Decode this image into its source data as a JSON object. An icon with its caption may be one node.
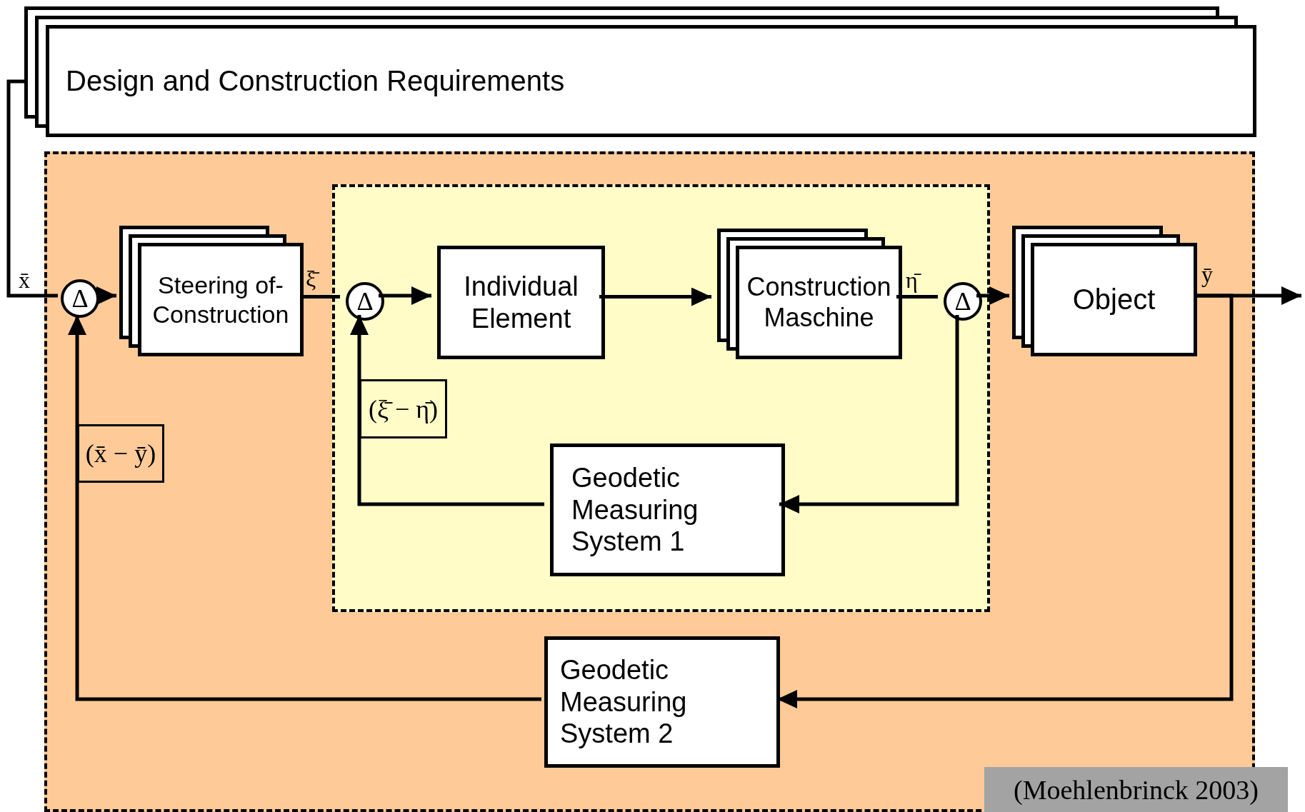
{
  "diagram": {
    "nodes": [
      {
        "text": [
          "Design and Construction Requirements"
        ]
      },
      {
        "text": [],
        "shape": "box"
      },
      {
        "text": [],
        "shape": "box",
        "in": 1
      },
      {
        "text": [
          "Δ"
        ],
        "in": 1
      },
      {
        "text": [
          "Steering of- Construction"
        ],
        "in": 1
      },
      {
        "text": [
          "Δ"
        ],
        "in": 2
      },
      {
        "text": [
          "Individual Element"
        ],
        "in": 2
      },
      {
        "text": [
          "Construction Maschine"
        ],
        "in": 2
      },
      {
        "text": [
          "Δ"
        ],
        "in": 2
      },
      {
        "text": [
          "Object"
        ],
        "in": 1
      },
      {
        "text": [
          "Geodetic Measuring System 1"
        ],
        "in": 2
      },
      {
        "text": [
          "Geodetic Measuring System 2"
        ],
        "in": 1
      }
    ],
    "edges": [
      {
        "from": 0,
        "to": 3,
        "arrow": "none",
        "label": "x̄"
      },
      {
        "from": 3,
        "to": 4,
        "arrow": "to"
      },
      {
        "from": 4,
        "to": 5,
        "arrow": "none",
        "label": "ξ̄"
      },
      {
        "from": 5,
        "to": 6,
        "arrow": "to"
      },
      {
        "from": 6,
        "to": 7,
        "arrow": "to"
      },
      {
        "from": 7,
        "to": 8,
        "arrow": "none",
        "label": "η̄"
      },
      {
        "from": 8,
        "to": 9,
        "arrow": "to"
      },
      {
        "from": 9,
        "to": null,
        "arrow": "to",
        "label": "ȳ"
      },
      {
        "from": 8,
        "to": 10,
        "arrow": "to"
      },
      {
        "from": 10,
        "to": 5,
        "arrow": "to",
        "label": "(ξ̄ − η̄)"
      },
      {
        "from": 9,
        "to": 11,
        "arrow": "to"
      },
      {
        "from": 11,
        "to": 3,
        "arrow": "to",
        "label": "(x̄ − ȳ)"
      }
    ],
    "labels": [
      "(Moehlenbrinck 2003)"
    ]
  }
}
